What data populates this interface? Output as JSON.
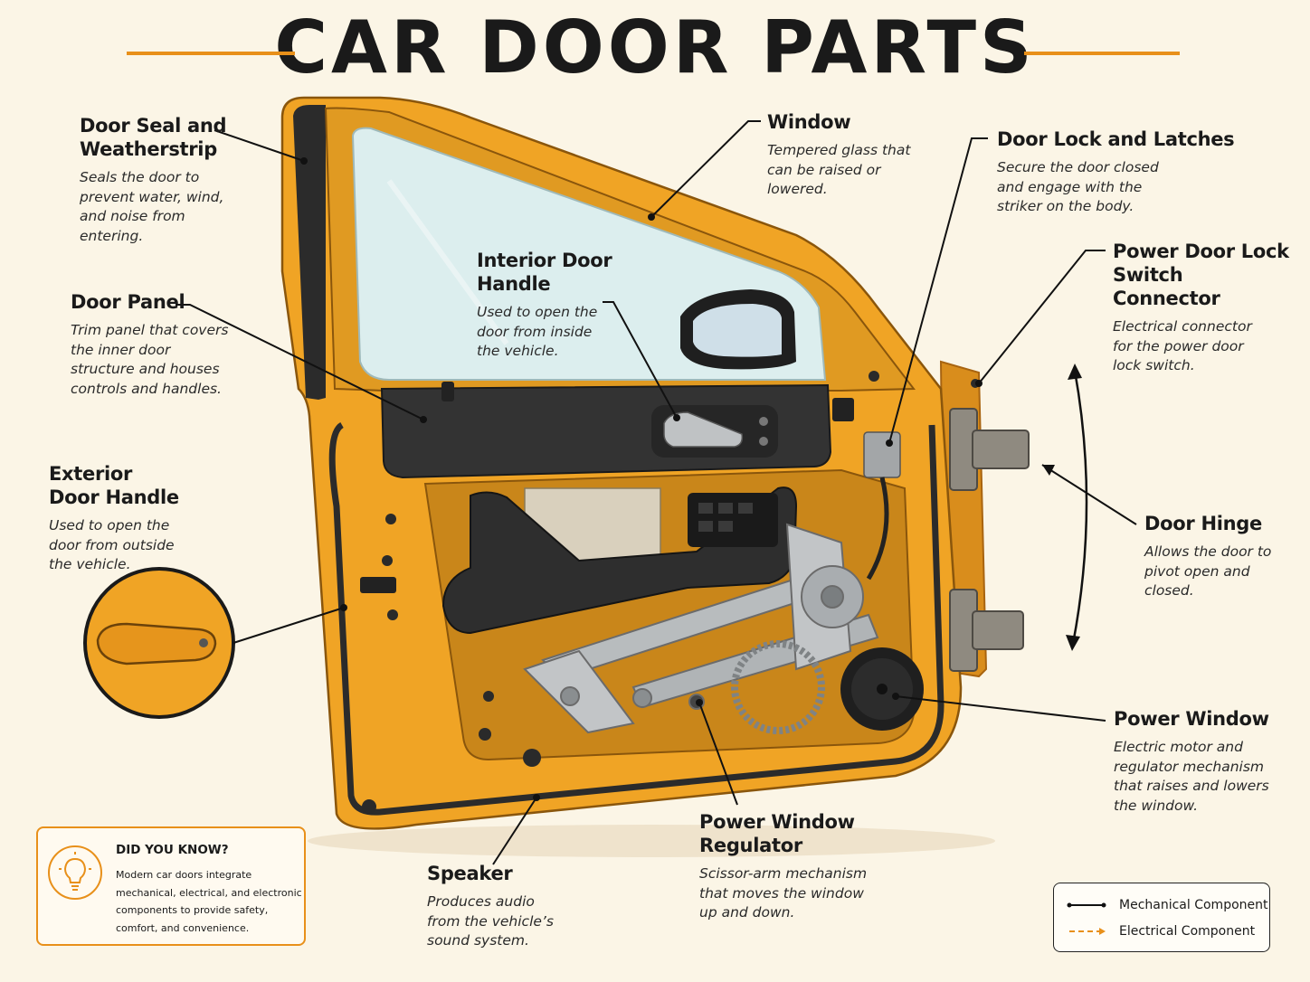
{
  "title": "CAR DOOR PARTS",
  "colors": {
    "accent": "#e8901a",
    "door_body": "#f0a425",
    "door_shadow": "#c77a12",
    "trim": "#2b2b2b",
    "glass": "#dceeee",
    "background": "#fbf5e6"
  },
  "labels": {
    "door_seal": {
      "title_line1": "Door Seal and",
      "title_line2": "Weatherstrip",
      "desc": [
        "Seals the door to",
        "prevent water, wind,",
        "and noise from",
        "entering."
      ]
    },
    "window": {
      "title": "Window",
      "desc": [
        "Tempered glass that",
        "can be raised or",
        "lowered."
      ]
    },
    "door_lock": {
      "title": "Door Lock and Latches",
      "desc": [
        "Secure the door closed",
        "and engage with the",
        "striker on the body."
      ]
    },
    "power_lock_switch": {
      "title_line1": "Power Door Lock",
      "title_line2": "Switch Connector",
      "desc": [
        "Electrical connector",
        "for the power door",
        "lock switch."
      ]
    },
    "interior_handle": {
      "title": "Interior Door Handle",
      "desc": [
        "Used to open the",
        "door from inside",
        "the vehicle."
      ]
    },
    "door_panel": {
      "title": "Door Panel",
      "desc": [
        "Trim panel that covers",
        "the inner door",
        "structure and houses",
        "controls and handles."
      ]
    },
    "exterior_handle": {
      "title_line1": "Exterior",
      "title_line2": "Door Handle",
      "desc": [
        "Used to open the",
        "door from outside",
        "the vehicle."
      ]
    },
    "door_hinge": {
      "title": "Door Hinge",
      "desc": [
        "Allows the door to",
        "pivot open and",
        "closed."
      ]
    },
    "power_window": {
      "title": "Power Window",
      "desc": [
        "Electric motor and",
        "regulator mechanism",
        "that raises and lowers",
        "the window."
      ]
    },
    "regulator": {
      "title_line1": "Power Window",
      "title_line2": "Regulator",
      "desc": [
        "Scissor-arm mechanism",
        "that moves the window",
        "up and down."
      ]
    },
    "speaker": {
      "title": "Speaker",
      "desc": [
        "Produces audio",
        "from the vehicle’s",
        "sound system."
      ]
    }
  },
  "did_you_know": {
    "title": "DID YOU KNOW?",
    "text": "Modern car doors integrate mechanical, electrical, and electronic components to provide safety, comfort, and convenience.",
    "icon": "lightbulb-icon"
  },
  "legend": {
    "mechanical": "Mechanical Component",
    "electrical": "Electrical Component"
  }
}
